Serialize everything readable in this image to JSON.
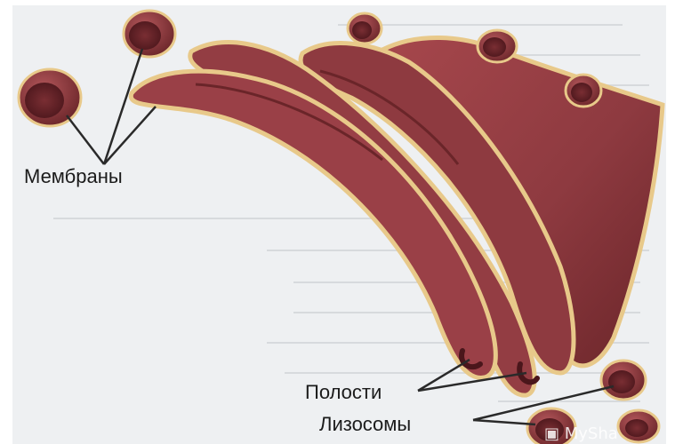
{
  "labels": {
    "membranes": "Мембраны",
    "cavities": "Полости",
    "lysosomes": "Лизосомы"
  },
  "watermark": {
    "text": "MySha",
    "icon": "slideshow-icon"
  },
  "colors": {
    "background": "#eef0f2",
    "cisterna": "#8e3a40",
    "cisterna_dark": "#5a1c22",
    "rim": "#e8c98a",
    "label_text": "#1b1b1b",
    "leader_line": "#2a2a2a"
  }
}
